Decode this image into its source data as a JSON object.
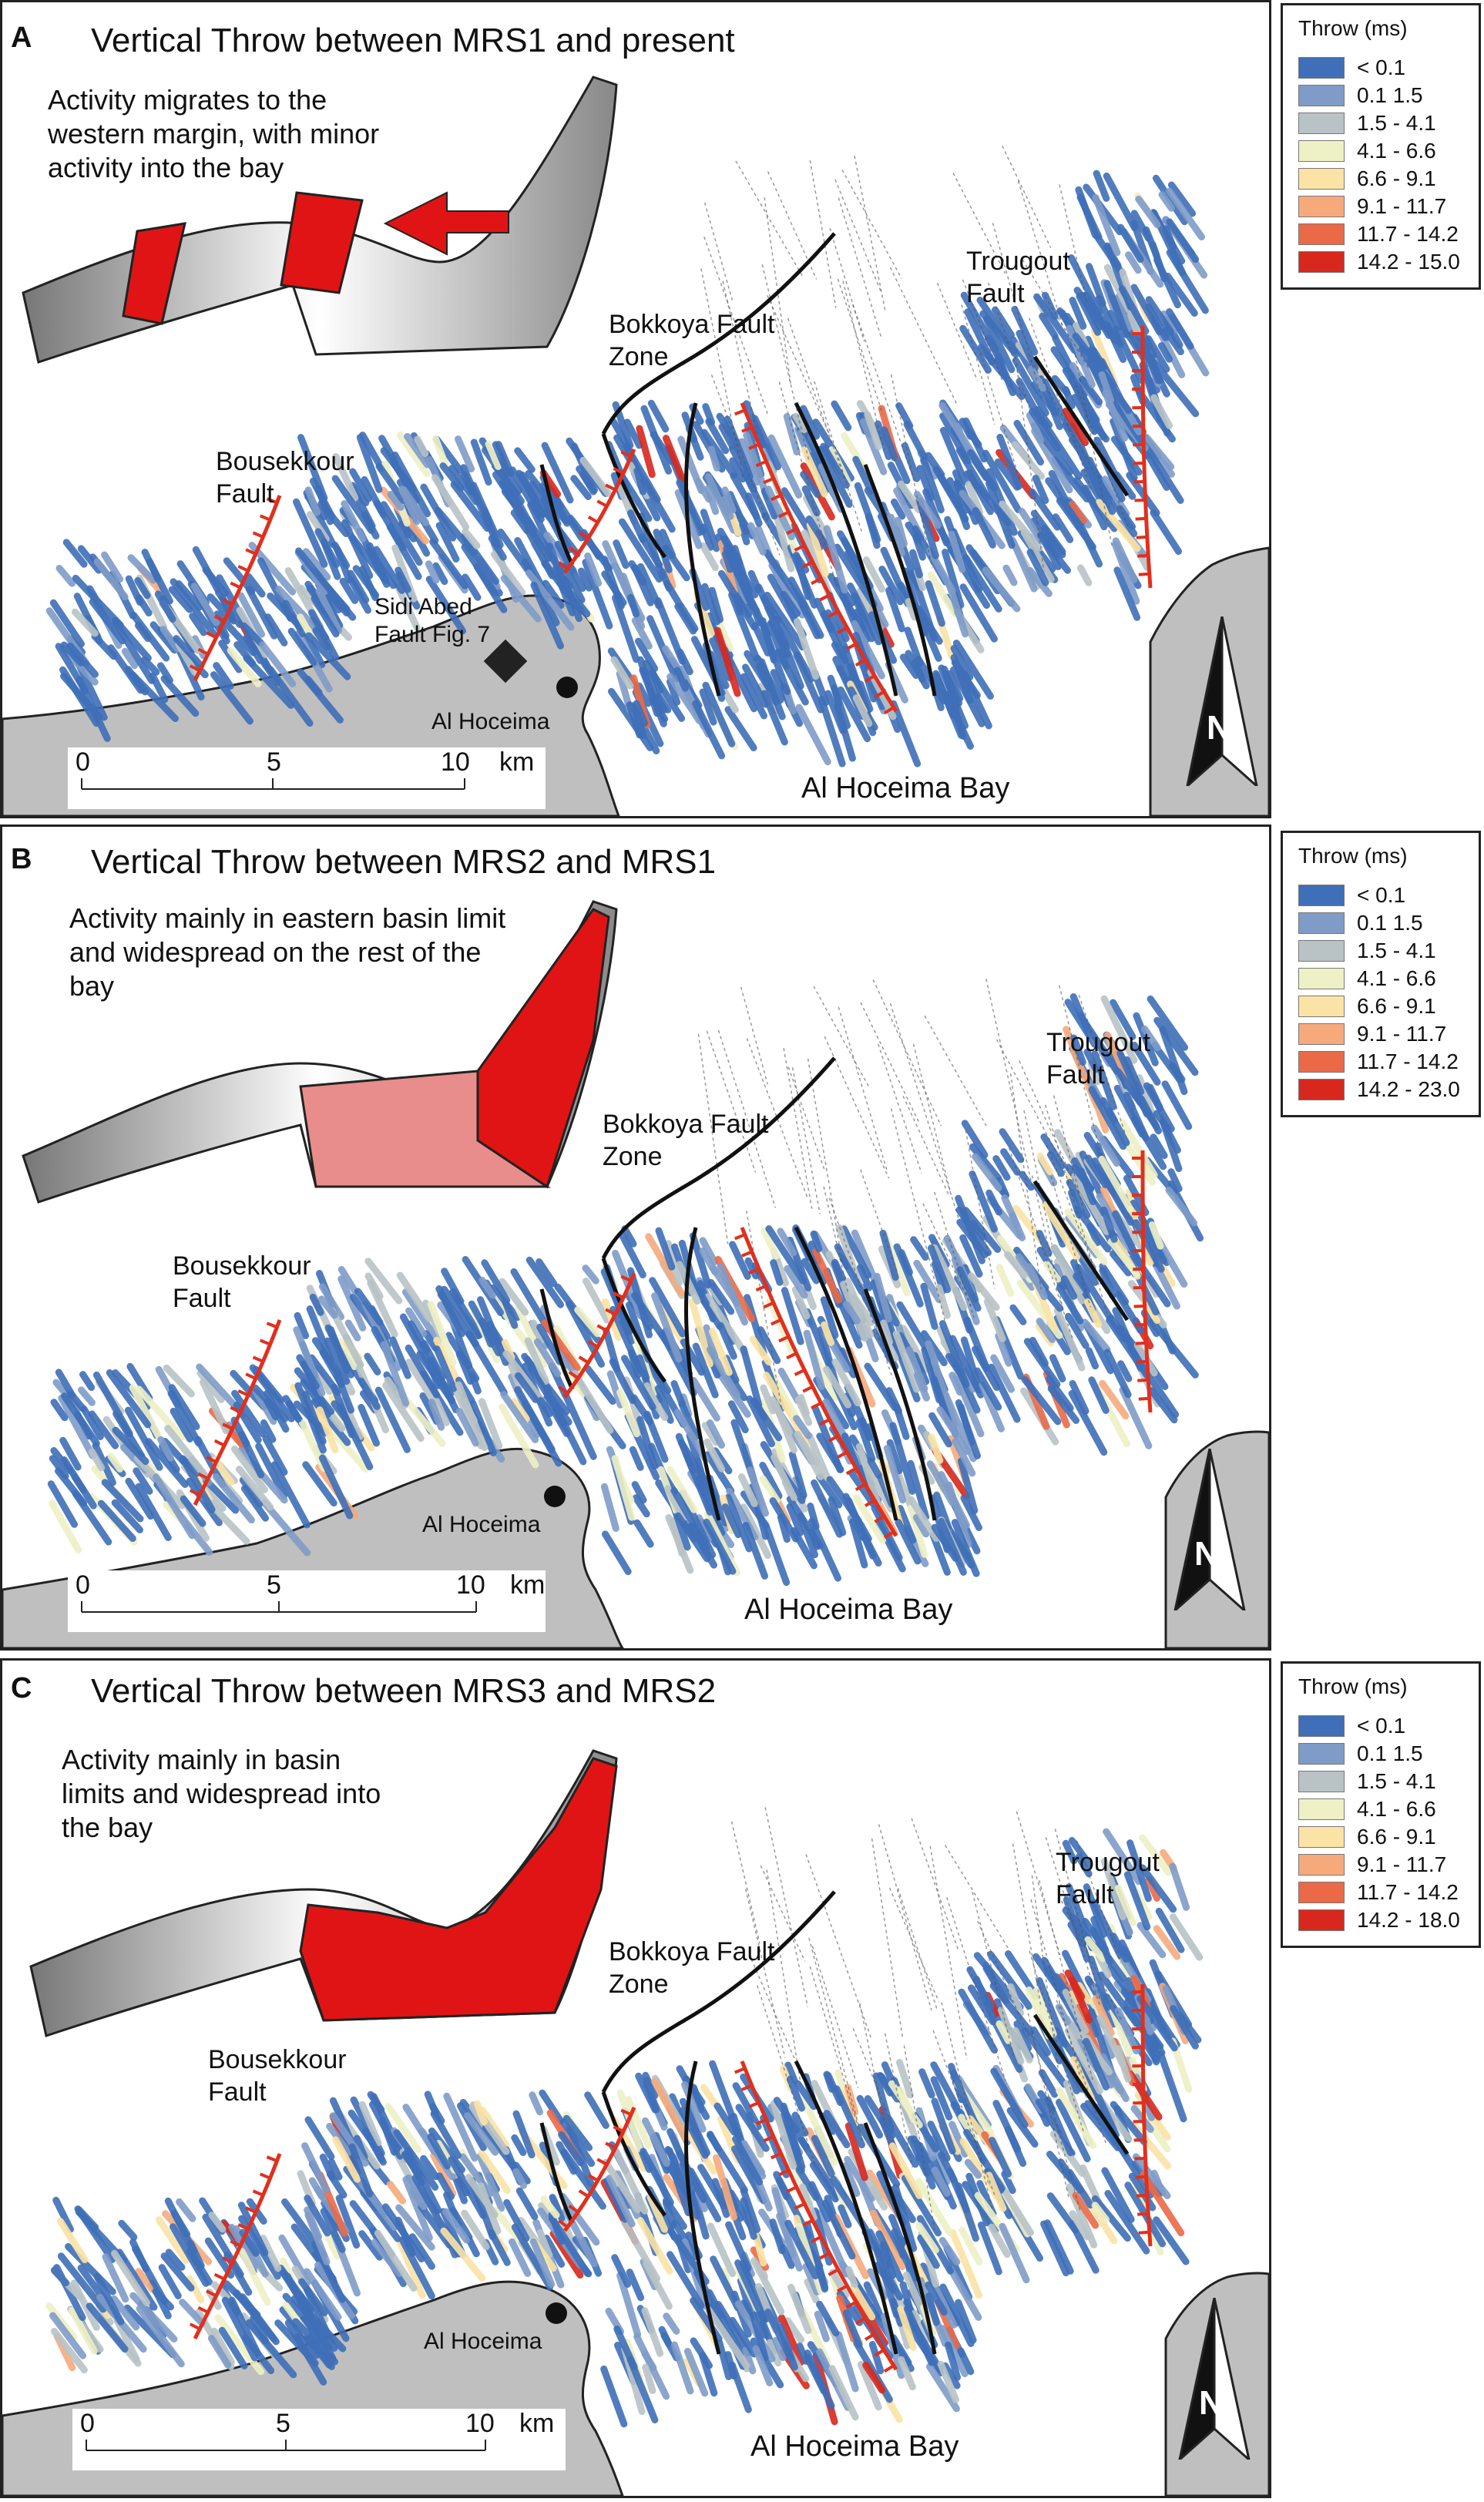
{
  "panels": [
    {
      "letter": "A",
      "title": "Vertical Throw between MRS1 and present",
      "inset_note": "Activity migrates to the western margin, with minor activity into the bay",
      "labels": {
        "trougout": "Trougout Fault",
        "bokkoya": "Bokkoya Fault Zone",
        "bousekkour": "Bousekkour Fault",
        "sidi": "Sidi Abed Fault Fig. 7",
        "town": "Al Hoceima",
        "bay": "Al Hoceima Bay",
        "north": "N"
      },
      "scale": {
        "ticks": [
          "0",
          "5",
          "10"
        ],
        "unit": "km"
      },
      "legend": {
        "title": "Throw (ms)",
        "classes": [
          "< 0.1",
          "0.1 1.5",
          "1.5 - 4.1",
          "4.1 - 6.6",
          "6.6 - 9.1",
          "9.1 - 11.7",
          "11.7 - 14.2",
          "14.2 - 15.0"
        ]
      }
    },
    {
      "letter": "B",
      "title": "Vertical Throw between MRS2 and MRS1",
      "inset_note": "Activity mainly in eastern basin limit and widespread on the rest of the bay",
      "labels": {
        "trougout": "Trougout Fault",
        "bokkoya": "Bokkoya Fault Zone",
        "bousekkour": "Bousekkour Fault",
        "town": "Al Hoceima",
        "bay": "Al Hoceima Bay",
        "north": "N"
      },
      "scale": {
        "ticks": [
          "0",
          "5",
          "10"
        ],
        "unit": "km"
      },
      "legend": {
        "title": "Throw (ms)",
        "classes": [
          "< 0.1",
          "0.1 1.5",
          "1.5 - 4.1",
          "4.1 - 6.6",
          "6.6 - 9.1",
          "9.1 - 11.7",
          "11.7 - 14.2",
          "14.2 - 23.0"
        ]
      }
    },
    {
      "letter": "C",
      "title": "Vertical Throw between MRS3 and MRS2",
      "inset_note": "Activity mainly in basin limits and widespread into the bay",
      "labels": {
        "trougout": "Trougout Fault",
        "bokkoya": "Bokkoya Fault Zone",
        "bousekkour": "Bousekkour Fault",
        "town": "Al Hoceima",
        "bay": "Al Hoceima Bay",
        "north": "N"
      },
      "scale": {
        "ticks": [
          "0",
          "5",
          "10"
        ],
        "unit": "km"
      },
      "legend": {
        "title": "Throw (ms)",
        "classes": [
          "< 0.1",
          "0.1 1.5",
          "1.5 - 4.1",
          "4.1 - 6.6",
          "6.6 - 9.1",
          "9.1 - 11.7",
          "11.7 - 14.2",
          "14.2 - 18.0"
        ]
      }
    }
  ],
  "colors": {
    "throw_classes": [
      "#3f6fb8",
      "#7f9cc8",
      "#b9c3c6",
      "#eef0c6",
      "#fbe3a6",
      "#f6aa7c",
      "#ea6a48",
      "#d8281e"
    ],
    "land": "#bfbfbf",
    "active_region": "#e01414",
    "active_region_light": "#e98c8c",
    "fault_normal": "#111111",
    "fault_active": "#e0301e"
  }
}
